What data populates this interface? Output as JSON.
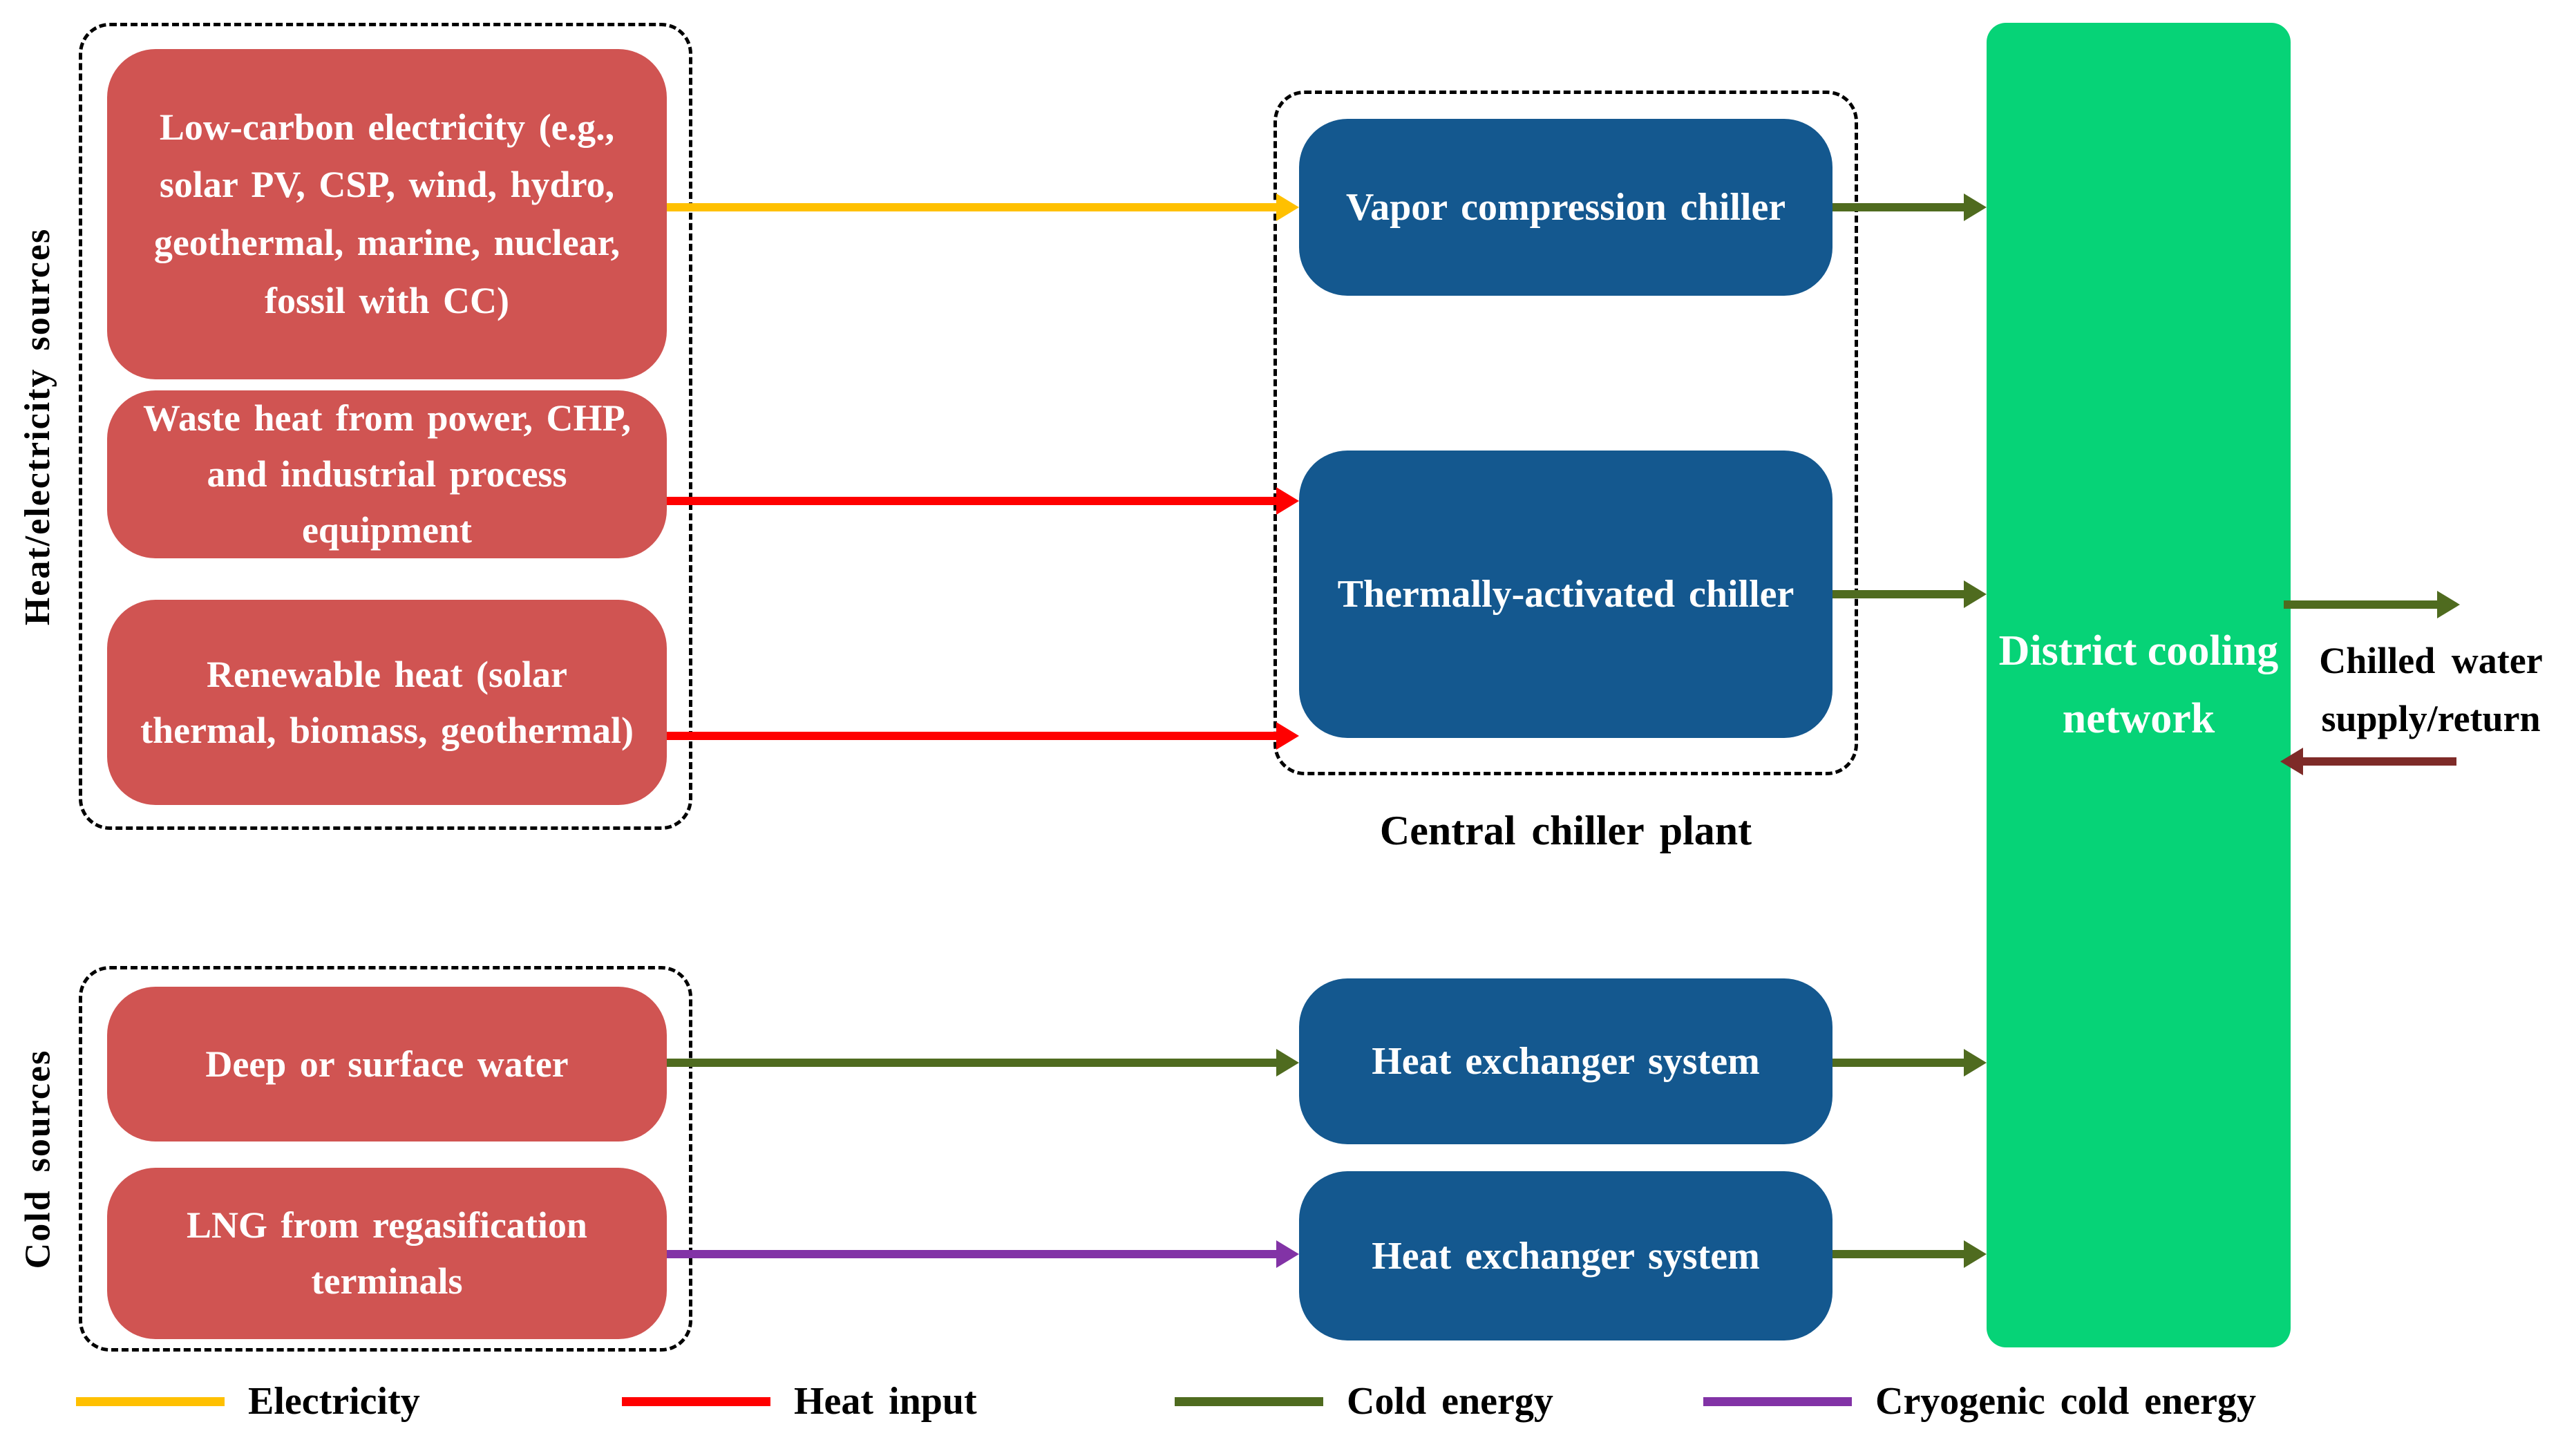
{
  "figure": {
    "source_groups": {
      "heat_electricity": {
        "label": "Heat/electricity sources",
        "boxes": [
          "Low-carbon electricity (e.g., solar PV, CSP, wind, hydro, geothermal, marine, nuclear, fossil with CC)",
          "Waste heat from power, CHP, and industrial process equipment",
          "Renewable heat (solar thermal, biomass, geothermal)"
        ]
      },
      "cold": {
        "label": "Cold sources",
        "boxes": [
          "Deep or surface water",
          "LNG from regasification terminals"
        ]
      }
    },
    "chiller_plant": {
      "caption": "Central chiller plant",
      "boxes": [
        "Vapor compression chiller",
        "Thermally-activated chiller"
      ]
    },
    "heat_exchangers": [
      "Heat exchanger system",
      "Heat exchanger system"
    ],
    "network": "District cooling network",
    "output": {
      "line1": "Chilled water",
      "line2": "supply/return"
    }
  },
  "legend": {
    "items": [
      {
        "label": "Electricity",
        "color": "#FFC000"
      },
      {
        "label": "Heat input",
        "color": "#FF0000"
      },
      {
        "label": "Cold energy",
        "color": "#4F6B1F"
      },
      {
        "label": "Cryogenic cold energy",
        "color": "#8233A6"
      }
    ]
  },
  "colors": {
    "source_box": "#D05452",
    "equipment_box": "#14588F",
    "network_box": "#06D377",
    "electricity": "#FFC000",
    "heat": "#FF0000",
    "cold": "#4F6B1F",
    "cryogenic": "#8233A6",
    "return_line": "#7E2B28"
  }
}
